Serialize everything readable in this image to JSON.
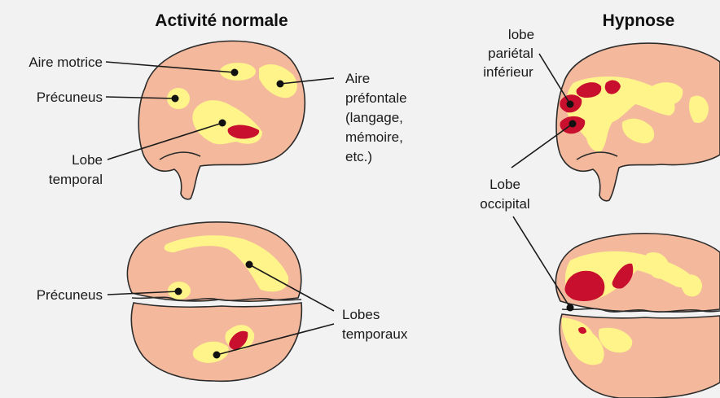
{
  "titles": {
    "normal": "Activité normale",
    "hypnosis": "Hypnose"
  },
  "normal_labels": {
    "motor_area": "Aire motrice",
    "precuneus_top": "Précuneus",
    "prefrontal": [
      "Aire",
      "préfontale",
      "(langage,",
      "mémoire,",
      "etc.)"
    ],
    "temporal_lobe": [
      "Lobe",
      "temporal"
    ],
    "precuneus_bottom": "Précuneus",
    "temporal_lobes": [
      "Lobes",
      "temporaux"
    ]
  },
  "hypnosis_labels": {
    "parietal": [
      "lobe",
      "pariétal",
      "inférieur"
    ],
    "occipital": [
      "Lobe",
      "occipital"
    ]
  },
  "colors": {
    "background": "#f2f2f2",
    "brain": "#f4b99c",
    "activity_low": "#fff48a",
    "activity_high": "#c8102e"
  }
}
